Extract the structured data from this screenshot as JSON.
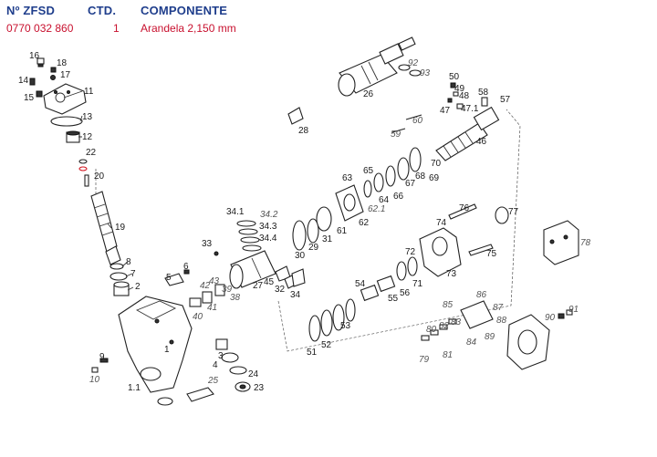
{
  "table": {
    "headers": [
      "Nº ZFSD",
      "CTD.",
      "COMPONENTE"
    ],
    "row": {
      "zfsd": "0770 032 860",
      "ctd": "1",
      "componente": "Arandela 2,150 mm"
    }
  },
  "diagram": {
    "highlighted_label": "21",
    "labels": [
      "16",
      "18",
      "14",
      "17",
      "15",
      "11",
      "13",
      "12",
      "22",
      "20",
      "19",
      "8",
      "7",
      "2",
      "1",
      "9",
      "10",
      "1.1",
      "3",
      "33",
      "5",
      "6",
      "4",
      "34.1",
      "34.2",
      "34.3",
      "34.4",
      "27",
      "45",
      "32",
      "34",
      "25",
      "24",
      "23",
      "26",
      "92",
      "93",
      "28",
      "59",
      "60",
      "50",
      "49",
      "48",
      "47",
      "47.1",
      "58",
      "57",
      "46",
      "63",
      "65",
      "64",
      "66",
      "67",
      "68",
      "69",
      "70",
      "62",
      "62.1",
      "61",
      "30",
      "29",
      "31",
      "76",
      "77",
      "74",
      "72",
      "73",
      "78",
      "75",
      "54",
      "55",
      "56",
      "71",
      "53",
      "52",
      "51",
      "85",
      "86",
      "87",
      "88",
      "90",
      "91",
      "80",
      "82",
      "83",
      "79",
      "81",
      "84",
      "89",
      "42",
      "43",
      "40",
      "41",
      "38",
      "39"
    ]
  },
  "colors": {
    "header": "#1f3e8c",
    "row_text": "#c8102e",
    "highlight": "#d2141e"
  }
}
